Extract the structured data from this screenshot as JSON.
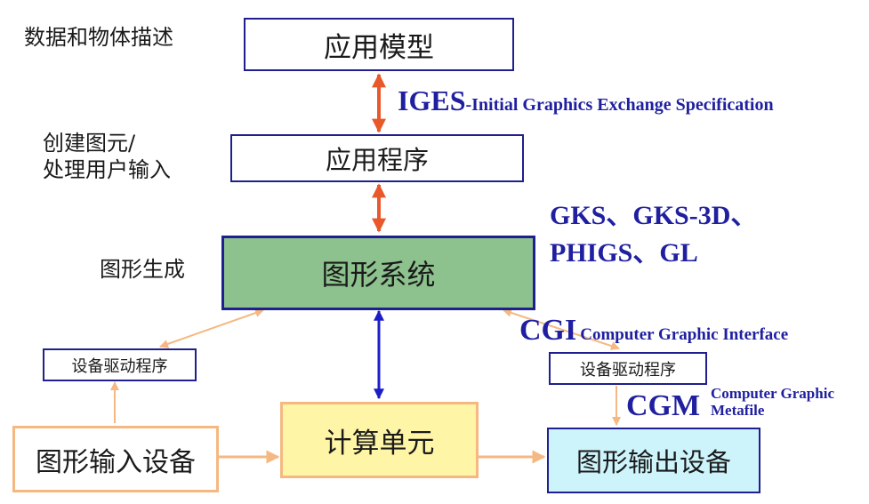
{
  "boxes": {
    "app_model": "应用模型",
    "app_program": "应用程序",
    "graphics_system": "图形系统",
    "input_driver": "设备驱动程序",
    "output_driver": "设备驱动程序",
    "input_device": "图形输入设备",
    "compute_unit": "计算单元",
    "output_device": "图形输出设备"
  },
  "side_labels": {
    "data_desc": "数据和物体描述",
    "create_line1": "创建图元/",
    "create_line2": "处理用户输入",
    "graphics_gen": "图形生成"
  },
  "standards": {
    "iges_abbr": "IGES",
    "iges_full": "-Initial Graphics Exchange Specification",
    "gks_line1": "GKS、GKS-3D、",
    "gks_line2": "PHIGS、GL",
    "cgi_abbr": "CGI",
    "cgi_full": "Computer Graphic Interface",
    "cgm_abbr": "CGM",
    "cgm_full_line1": "Computer Graphic",
    "cgm_full_line2": "Metafile"
  },
  "colors": {
    "navy": "#1f1f8f",
    "orange_red": "#e8582a",
    "peach": "#f5b882",
    "blue": "#1d1dc8",
    "green_fill": "#8dc28e",
    "yellow_fill": "#fff5a6",
    "cyan_fill": "#cdf3fb"
  }
}
